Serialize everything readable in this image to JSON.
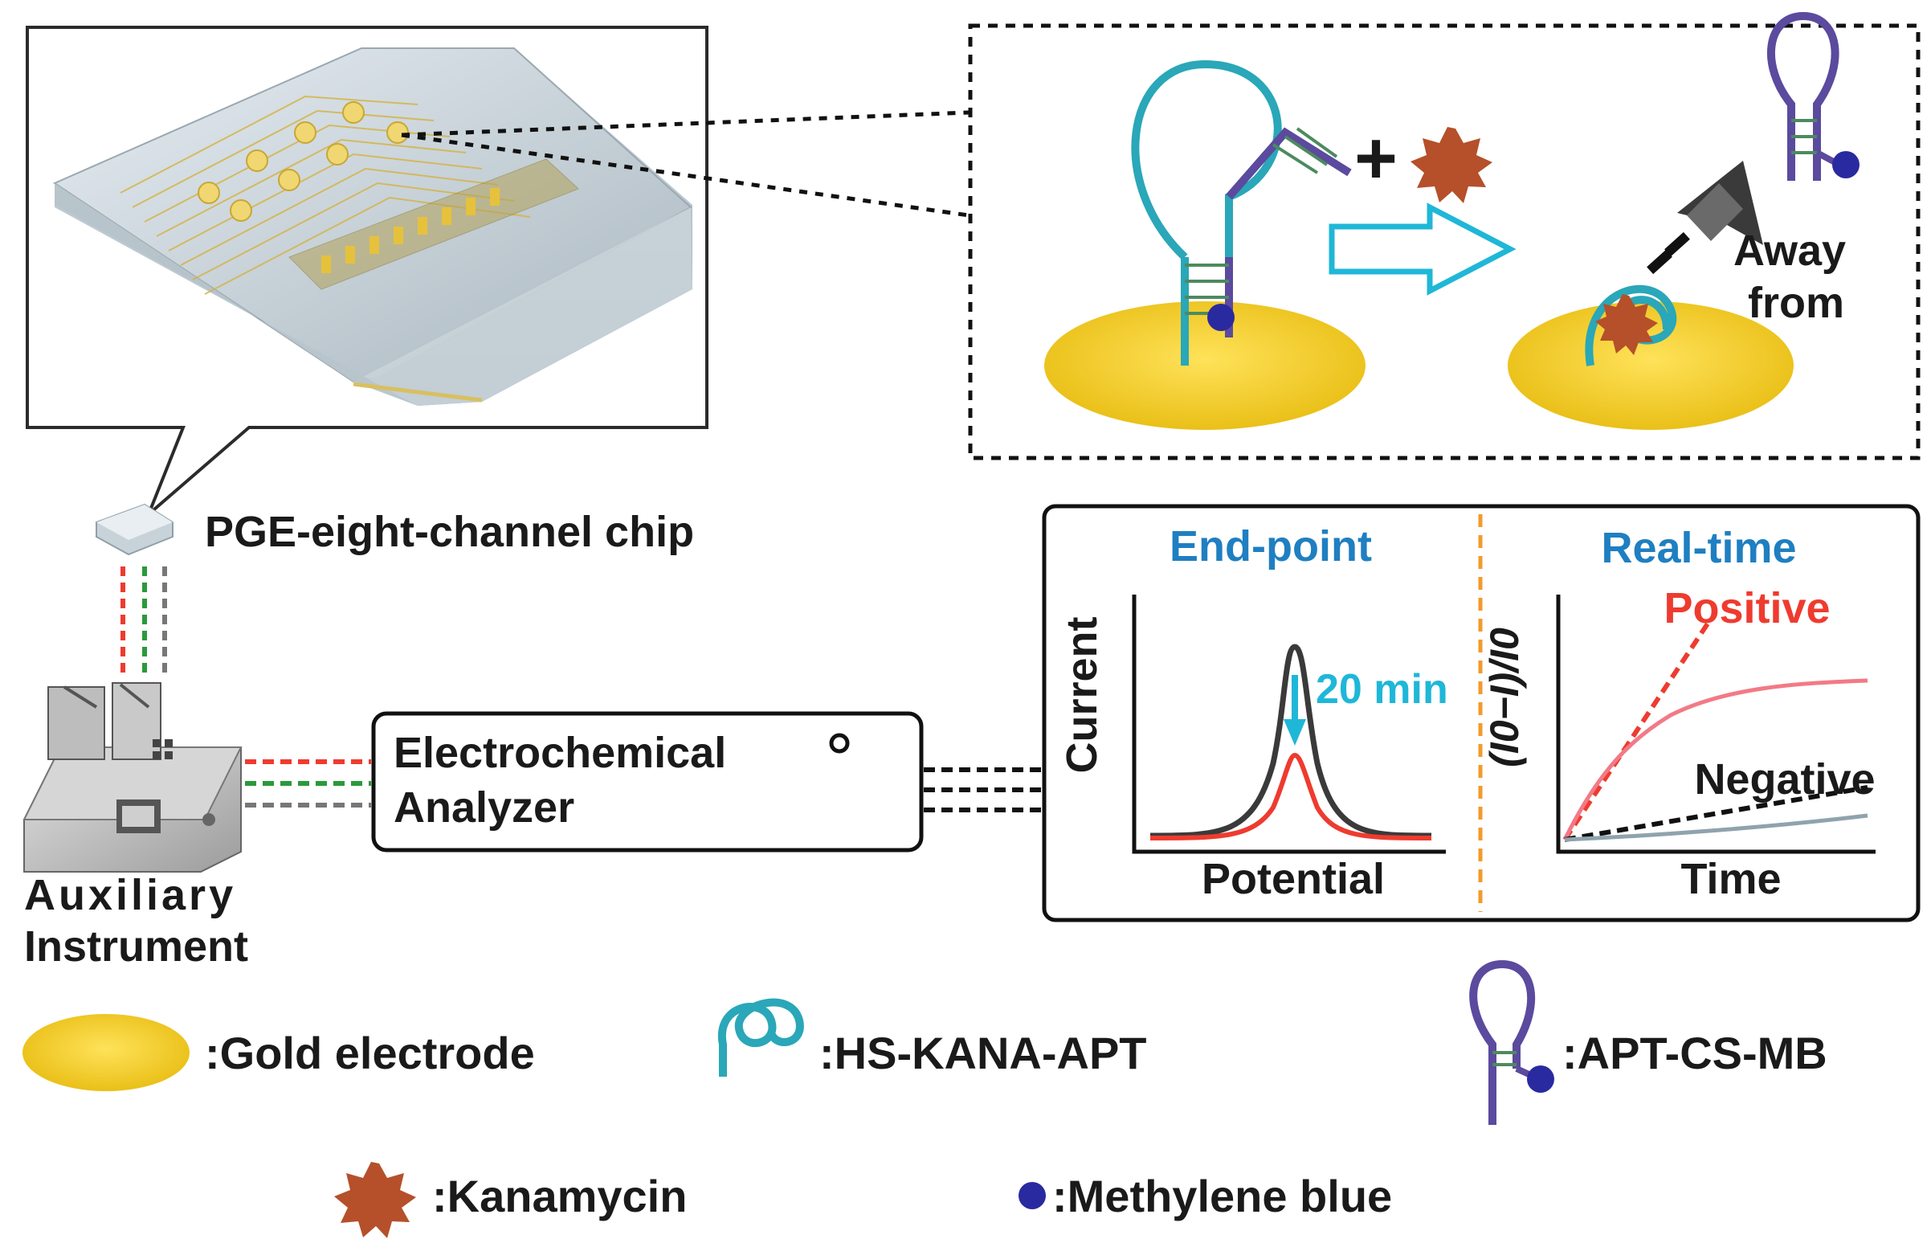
{
  "chip_label": "PGE-eight-channel chip",
  "instrument_label": {
    "line1": "Auxiliary",
    "line2": "Instrument"
  },
  "analyzer_label": {
    "line1": "Electrochemical",
    "line2": "Analyzer"
  },
  "mechanism": {
    "away_line1": "Away",
    "away_line2": "from",
    "plus": "+"
  },
  "endpoint_panel": {
    "title": "End-point",
    "ylabel": "Current",
    "xlabel": "Potential",
    "annotation": "20 min"
  },
  "realtime_panel": {
    "title": "Real-time",
    "ylabel": "(I0−I)/I0",
    "xlabel": "Time",
    "positive": "Positive",
    "negative": "Negative"
  },
  "legend": {
    "gold": ":Gold electrode",
    "apt": ":HS-KANA-APT",
    "cs": ":APT-CS-MB",
    "kana": ":Kanamycin",
    "mb": ":Methylene blue"
  },
  "colors": {
    "gold": "#f5cf2a",
    "teal": "#2aa7b8",
    "purple": "#5b4a9e",
    "methylene": "#2a2aa0",
    "kanamycin": "#b5502a",
    "title_blue": "#1f7fc1",
    "red": "#ee3b2f",
    "pink": "#f27a86",
    "orange": "#f39a2a",
    "cyan": "#1fb7d8"
  }
}
